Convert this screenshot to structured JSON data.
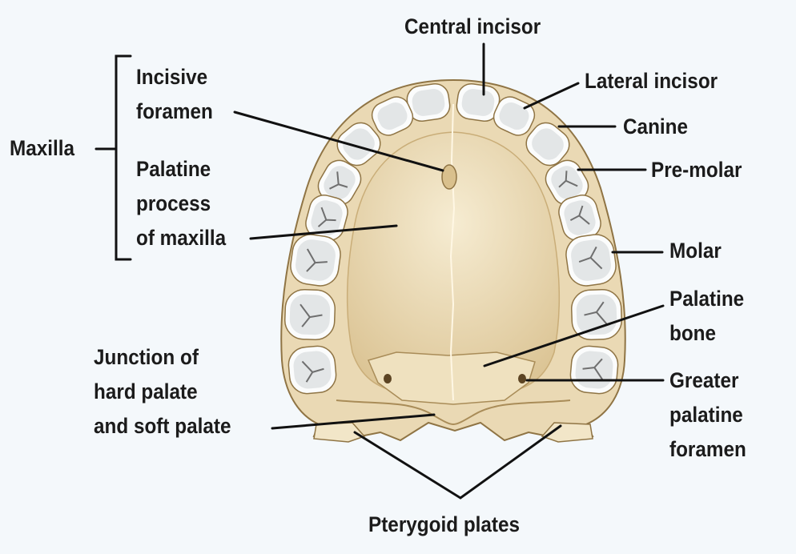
{
  "diagram": {
    "colors": {
      "background": "#f4f8fb",
      "bone": "#ead9b4",
      "bone_shadow": "#c9ad78",
      "bone_outline": "#8f7444",
      "palate": "#f0e3c2",
      "tooth": "#fbfcfc",
      "tooth_shade": "#cfd4d6",
      "leader_line": "#111111",
      "text": "#1b1b1b"
    },
    "labels": {
      "central_incisor": "Central incisor",
      "lateral_incisor": "Lateral incisor",
      "canine": "Canine",
      "pre_molar": "Pre-molar",
      "molar": "Molar",
      "palatine_bone": [
        "Palatine",
        "bone"
      ],
      "greater_palatine_foramen": [
        "Greater",
        "palatine",
        "foramen"
      ],
      "maxilla": "Maxilla",
      "incisive_foramen": [
        "Incisive",
        "foramen"
      ],
      "palatine_process": [
        "Palatine",
        "process",
        "of maxilla"
      ],
      "junction": [
        "Junction of",
        "hard palate",
        "and soft palate"
      ],
      "pterygoid_plates": "Pterygoid plates"
    }
  }
}
